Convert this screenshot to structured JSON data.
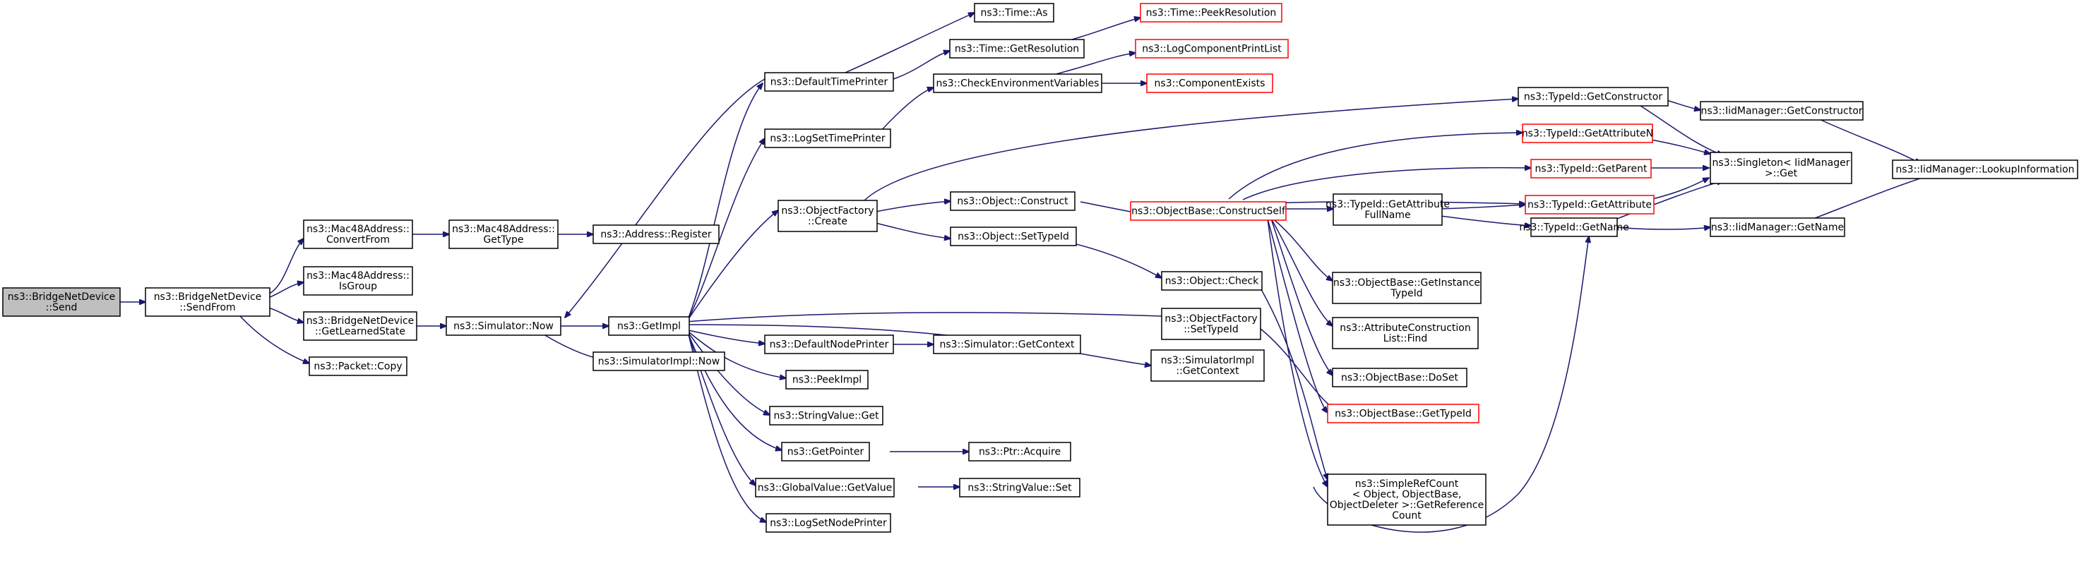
{
  "colors": {
    "background": "#ffffff",
    "edge": "#191970",
    "box_border": "#000000",
    "missing_box_border": "#ff0000",
    "root_fill": "#bfbfbf"
  },
  "nodes": [
    {
      "id": "send",
      "lines": [
        "ns3::BridgeNetDevice",
        "::Send"
      ]
    },
    {
      "id": "sendfrom",
      "lines": [
        "ns3::BridgeNetDevice",
        "::SendFrom"
      ]
    },
    {
      "id": "mac_convertfrom",
      "lines": [
        "ns3::Mac48Address::",
        "ConvertFrom"
      ]
    },
    {
      "id": "mac_isgroup",
      "lines": [
        "ns3::Mac48Address::",
        "IsGroup"
      ]
    },
    {
      "id": "bridge_getlearned",
      "lines": [
        "ns3::BridgeNetDevice",
        "::GetLearnedState"
      ]
    },
    {
      "id": "packet_copy",
      "lines": [
        "ns3::Packet::Copy"
      ]
    },
    {
      "id": "mac_gettype",
      "lines": [
        "ns3::Mac48Address::",
        "GetType"
      ]
    },
    {
      "id": "address_register",
      "lines": [
        "ns3::Address::Register"
      ]
    },
    {
      "id": "sim_now",
      "lines": [
        "ns3::Simulator::Now"
      ]
    },
    {
      "id": "simimpl_now",
      "lines": [
        "ns3::SimulatorImpl::Now"
      ]
    },
    {
      "id": "getimpl",
      "lines": [
        "ns3::GetImpl"
      ]
    },
    {
      "id": "default_time_printer",
      "lines": [
        "ns3::DefaultTimePrinter"
      ]
    },
    {
      "id": "log_set_time_printer",
      "lines": [
        "ns3::LogSetTimePrinter"
      ]
    },
    {
      "id": "objfactory_create",
      "lines": [
        "ns3::ObjectFactory",
        "::Create"
      ]
    },
    {
      "id": "default_node_printer",
      "lines": [
        "ns3::DefaultNodePrinter"
      ]
    },
    {
      "id": "peekimpl",
      "lines": [
        "ns3::PeekImpl"
      ]
    },
    {
      "id": "stringvalue_get",
      "lines": [
        "ns3::StringValue::Get"
      ]
    },
    {
      "id": "getpointer",
      "lines": [
        "ns3::GetPointer"
      ]
    },
    {
      "id": "globalvalue_getvalue",
      "lines": [
        "ns3::GlobalValue::GetValue"
      ]
    },
    {
      "id": "log_set_node_printer",
      "lines": [
        "ns3::LogSetNodePrinter"
      ]
    },
    {
      "id": "time_as",
      "lines": [
        "ns3::Time::As"
      ]
    },
    {
      "id": "time_getresolution",
      "lines": [
        "ns3::Time::GetResolution"
      ]
    },
    {
      "id": "check_env_vars",
      "lines": [
        "ns3::CheckEnvironmentVariables"
      ]
    },
    {
      "id": "object_construct",
      "lines": [
        "ns3::Object::Construct"
      ]
    },
    {
      "id": "object_settypeid",
      "lines": [
        "ns3::Object::SetTypeId"
      ]
    },
    {
      "id": "sim_getcontext",
      "lines": [
        "ns3::Simulator::GetContext"
      ]
    },
    {
      "id": "ptr_acquire",
      "lines": [
        "ns3::Ptr::Acquire"
      ]
    },
    {
      "id": "stringvalue_set",
      "lines": [
        "ns3::StringValue::Set"
      ]
    },
    {
      "id": "time_peekres",
      "lines": [
        "ns3::Time::PeekResolution"
      ],
      "missing": true
    },
    {
      "id": "log_comp_print_list",
      "lines": [
        "ns3::LogComponentPrintList"
      ],
      "missing": true
    },
    {
      "id": "component_exists",
      "lines": [
        "ns3::ComponentExists"
      ],
      "missing": true
    },
    {
      "id": "objbase_constructself",
      "lines": [
        "ns3::ObjectBase::ConstructSelf"
      ],
      "missing": true
    },
    {
      "id": "object_check",
      "lines": [
        "ns3::Object::Check"
      ]
    },
    {
      "id": "objfactory_settypeid",
      "lines": [
        "ns3::ObjectFactory",
        "::SetTypeId"
      ]
    },
    {
      "id": "simimpl_getcontext",
      "lines": [
        "ns3::SimulatorImpl",
        "::GetContext"
      ]
    },
    {
      "id": "typeid_getconstructor",
      "lines": [
        "ns3::TypeId::GetConstructor"
      ]
    },
    {
      "id": "typeid_getattributen",
      "lines": [
        "ns3::TypeId::GetAttributeN"
      ],
      "missing": true
    },
    {
      "id": "typeid_getparent",
      "lines": [
        "ns3::TypeId::GetParent"
      ],
      "missing": true
    },
    {
      "id": "typeid_getattribute",
      "lines": [
        "ns3::TypeId::GetAttribute"
      ],
      "missing": true
    },
    {
      "id": "typeid_getattrfullname",
      "lines": [
        "ns3::TypeId::GetAttribute",
        "FullName"
      ]
    },
    {
      "id": "objbase_getinstancetypeid",
      "lines": [
        "ns3::ObjectBase::GetInstance",
        "TypeId"
      ]
    },
    {
      "id": "attrconstruction_find",
      "lines": [
        "ns3::AttributeConstruction",
        "List::Find"
      ]
    },
    {
      "id": "objbase_doset",
      "lines": [
        "ns3::ObjectBase::DoSet"
      ]
    },
    {
      "id": "objbase_gettypeid",
      "lines": [
        "ns3::ObjectBase::GetTypeId"
      ],
      "missing": true
    },
    {
      "id": "simplerefcount",
      "lines": [
        "ns3::SimpleRefCount",
        "< Object, ObjectBase,",
        " ObjectDeleter >::GetReference",
        "Count"
      ]
    },
    {
      "id": "iidmanager_getconstructor",
      "lines": [
        "ns3::IidManager::GetConstructor"
      ]
    },
    {
      "id": "singleton_get",
      "lines": [
        "ns3::Singleton< IidManager",
        " >::Get"
      ]
    },
    {
      "id": "typeid_getname",
      "lines": [
        "ns3::TypeId::GetName"
      ]
    },
    {
      "id": "iidmanager_getname",
      "lines": [
        "ns3::IidManager::GetName"
      ]
    },
    {
      "id": "iidmanager_lookupinfo",
      "lines": [
        "ns3::IidManager::LookupInformation"
      ]
    }
  ]
}
